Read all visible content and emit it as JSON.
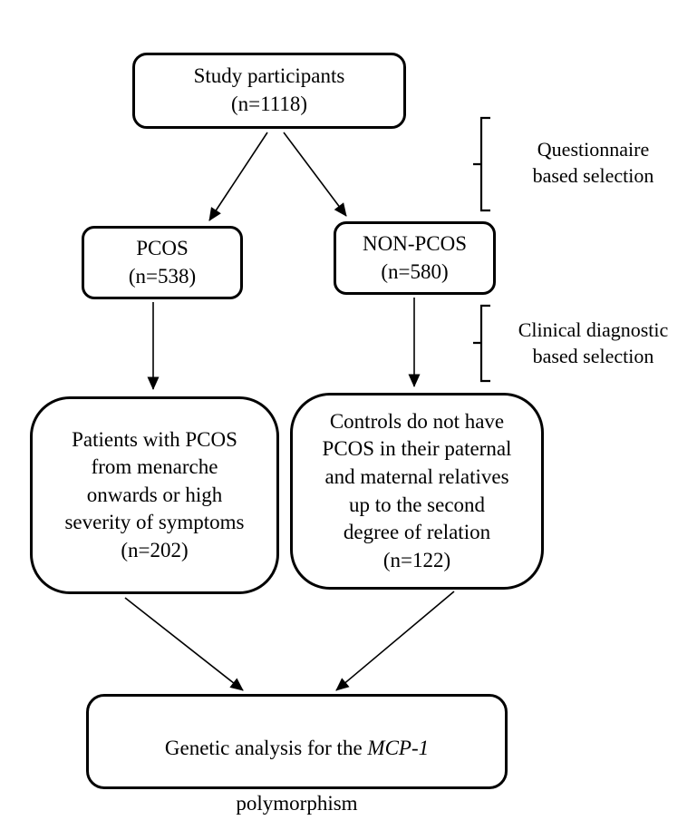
{
  "diagram": {
    "boxes": {
      "study": {
        "lines": [
          "Study participants",
          "(n=1118)"
        ]
      },
      "pcos": {
        "lines": [
          "PCOS",
          "(n=538)"
        ]
      },
      "non_pcos": {
        "lines": [
          "NON-PCOS",
          "(n=580)"
        ]
      },
      "pcos_criteria": {
        "lines": [
          "Patients with PCOS",
          "from menarche",
          "onwards or high",
          "severity of symptoms",
          "(n=202)"
        ]
      },
      "controls_criteria": {
        "lines": [
          "Controls do not have",
          "PCOS in their paternal",
          "and maternal relatives",
          "up to the second",
          "degree of relation",
          "(n=122)"
        ]
      },
      "genetic_analysis": {
        "line1_prefix": "Genetic analysis for the ",
        "gene_italic": "MCP-1",
        "line2": "polymorphism"
      }
    },
    "side_labels": {
      "questionnaire": {
        "lines": [
          "Questionnaire",
          "based selection"
        ]
      },
      "clinical": {
        "lines": [
          "Clinical diagnostic",
          "based selection"
        ]
      }
    },
    "colors": {
      "stroke": "#000000",
      "background": "#ffffff",
      "text": "#000000"
    }
  }
}
